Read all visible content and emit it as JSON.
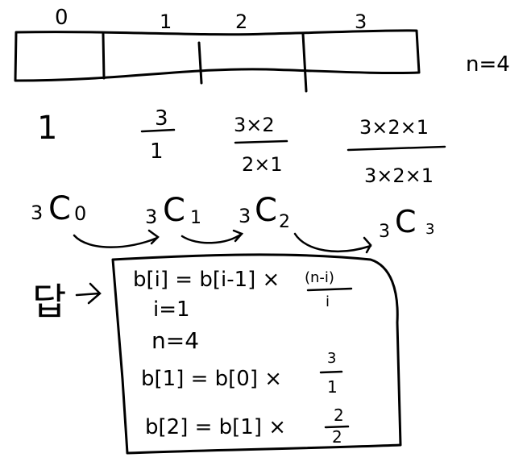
{
  "array": {
    "indices": [
      "0",
      "1",
      "2",
      "3"
    ],
    "n_label": "n=4"
  },
  "values": [
    {
      "num": "1",
      "den": ""
    },
    {
      "num": "3",
      "den": "1"
    },
    {
      "num": "3×2",
      "den": "2×1"
    },
    {
      "num": "3×2×1",
      "den": "3×2×1"
    }
  ],
  "combos": [
    {
      "base": "3",
      "c": "C",
      "sub": "0"
    },
    {
      "base": "3",
      "c": "C",
      "sub": "1"
    },
    {
      "base": "3",
      "c": "C",
      "sub": "2"
    },
    {
      "base": "3",
      "c": "C",
      "sub": "3"
    }
  ],
  "side_label": "답",
  "formula_box": {
    "line1_left": "b[i] = b[i-1] ×",
    "line1_num": "(n-i)",
    "line1_den": "i",
    "line2": "i=1",
    "line3": "n=4",
    "line4_left": "b[1] = b[0] ×",
    "line4_num": "3",
    "line4_den": "1",
    "line5_left": "b[2] = b[1] ×",
    "line5_num": "2",
    "line5_den": "2"
  }
}
